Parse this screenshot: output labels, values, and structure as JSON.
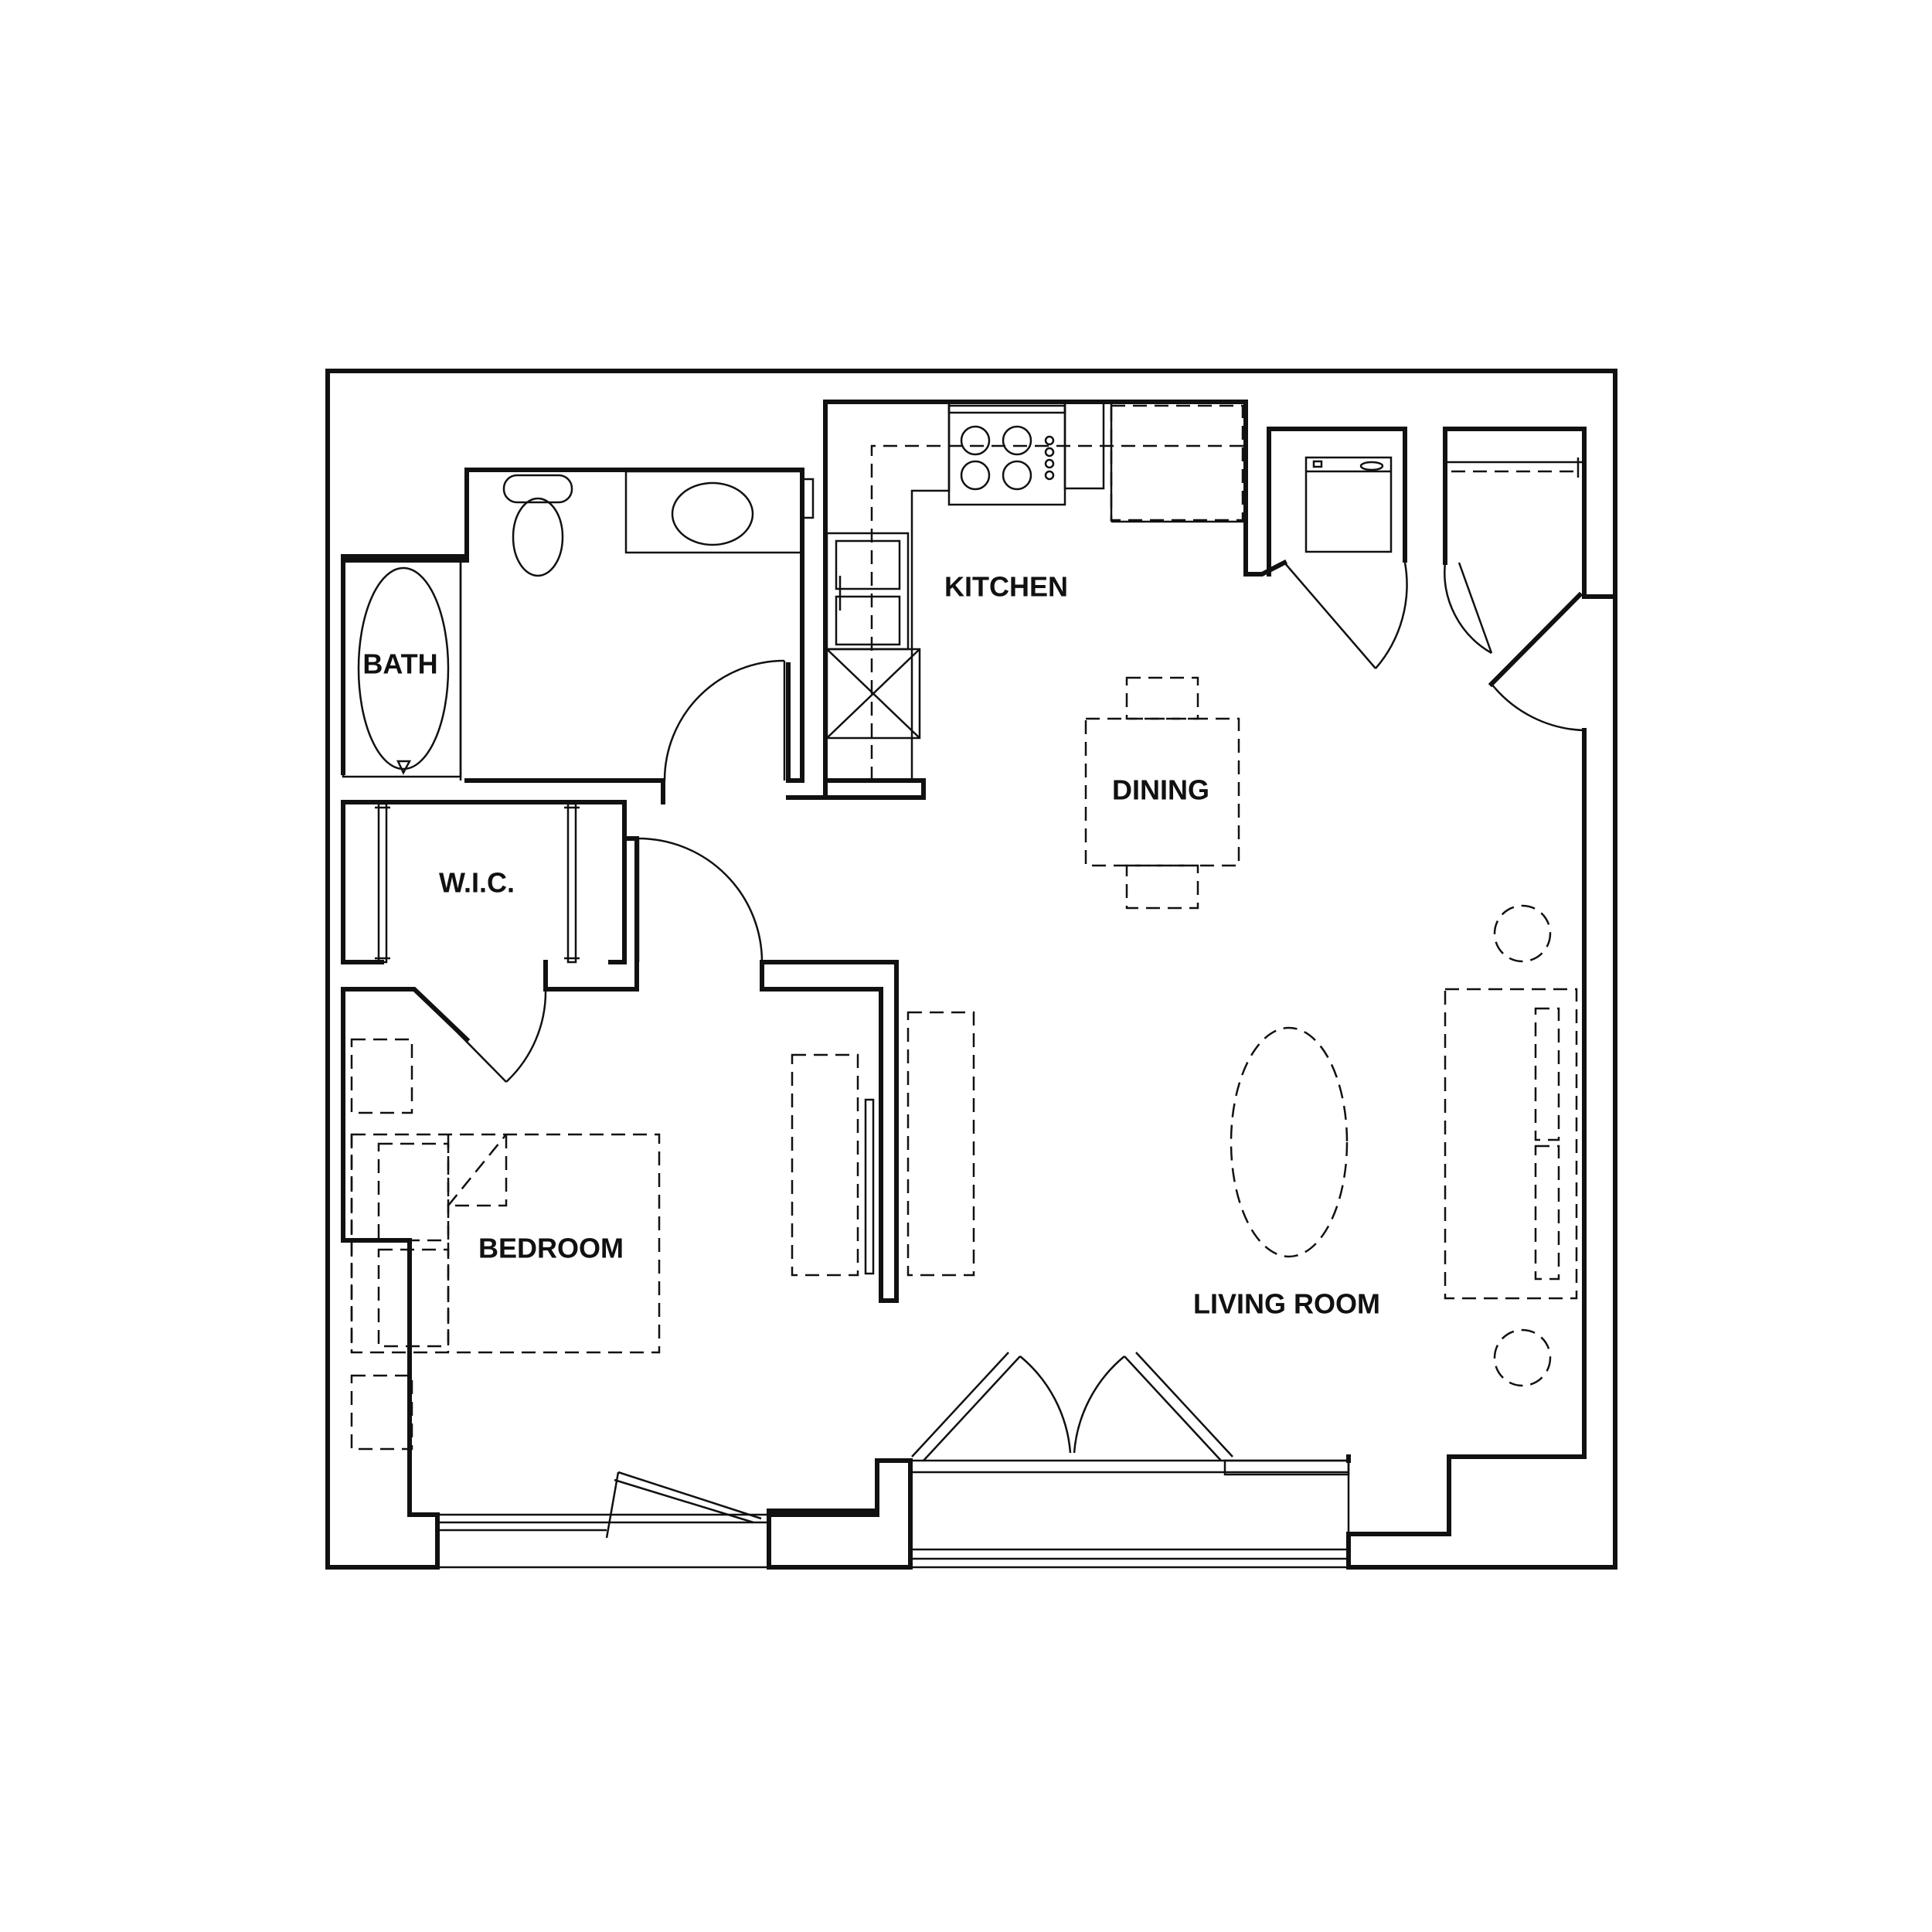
{
  "rooms": {
    "bath": "BATH",
    "kitchen": "KITCHEN",
    "dining": "DINING",
    "wic": "W.I.C.",
    "bedroom": "BEDROOM",
    "living_room": "LIVING ROOM"
  }
}
